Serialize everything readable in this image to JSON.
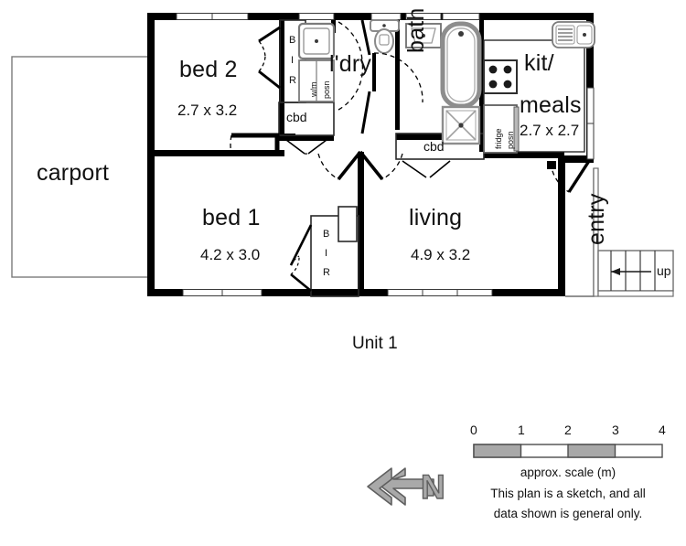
{
  "document": {
    "title": "Unit 1",
    "type": "residential-floor-plan"
  },
  "rooms": [
    {
      "key": "carport",
      "name": "carport",
      "dimensions": ""
    },
    {
      "key": "bed2",
      "name": "bed 2",
      "dimensions": "2.7 x 3.2"
    },
    {
      "key": "bed1",
      "name": "bed 1",
      "dimensions": "4.2 x 3.0"
    },
    {
      "key": "living",
      "name": "living",
      "dimensions": "4.9 x 3.2"
    },
    {
      "key": "kitmeals",
      "name": "kit/",
      "name2": "meals",
      "dimensions": "2.7 x 2.7"
    },
    {
      "key": "bath",
      "name": "bath",
      "dimensions": ""
    },
    {
      "key": "laundry",
      "name": "l'dry",
      "dimensions": ""
    },
    {
      "key": "entry",
      "name": "entry",
      "dimensions": ""
    }
  ],
  "labels": {
    "carport": "carport",
    "bed2": "bed 2",
    "bed2_dim": "2.7 x 3.2",
    "bed1": "bed 1",
    "bed1_dim": "4.2 x 3.0",
    "living": "living",
    "living_dim": "4.9 x 3.2",
    "kit": "kit/",
    "meals": "meals",
    "kit_dim": "2.7 x 2.7",
    "bath": "bath",
    "laundry": "l'dry",
    "entry": "entry",
    "cbd_left": "cbd",
    "cbd_right": "cbd",
    "bir_left_b": "B",
    "bir_left_i": "I",
    "bir_left_r": "R",
    "bir_right_b": "B",
    "bir_right_i": "I",
    "bir_right_r": "R",
    "wm_posn_a": "w/m",
    "wm_posn_b": "posn",
    "fridge_posn_a": "fridge",
    "fridge_posn_b": "posn",
    "stairs_up": "up",
    "north": "N",
    "unit": "Unit 1"
  },
  "scale": {
    "ticks": [
      "0",
      "1",
      "2",
      "3",
      "4"
    ],
    "caption": "approx. scale (m)",
    "segments": [
      "filled",
      "empty",
      "filled",
      "empty"
    ],
    "fill_color": "#a8a8a8",
    "empty_color": "#ffffff",
    "border_color": "#4d4d4d"
  },
  "disclaimer": {
    "line1": "This plan is a sketch, and all",
    "line2": "data shown is general only."
  },
  "colors": {
    "wall": "#000000",
    "thin_line": "#6e6e6e",
    "fixture_stroke": "#8a8a8a",
    "background": "#ffffff",
    "text": "#111111"
  }
}
